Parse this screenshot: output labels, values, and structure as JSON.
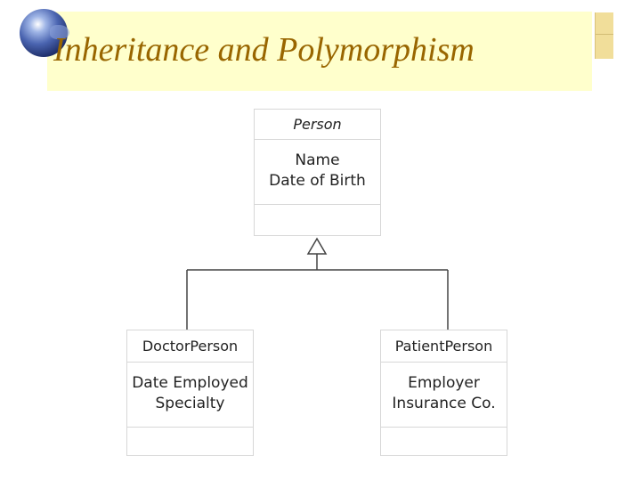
{
  "slide": {
    "title": "Inheritance and Polymorphism"
  },
  "icons": {
    "logo": "globe-icon"
  },
  "colors": {
    "title_background": "#ffffcc",
    "title_text": "#996600"
  },
  "diagram": {
    "classes": [
      {
        "name": "Person",
        "attributes": [
          "Name",
          "Date of Birth"
        ]
      },
      {
        "name": "DoctorPerson",
        "attributes": [
          "Date Employed",
          "Specialty"
        ]
      },
      {
        "name": "PatientPerson",
        "attributes": [
          "Employer",
          "Insurance Co."
        ]
      }
    ],
    "relationship": "inheritance"
  }
}
